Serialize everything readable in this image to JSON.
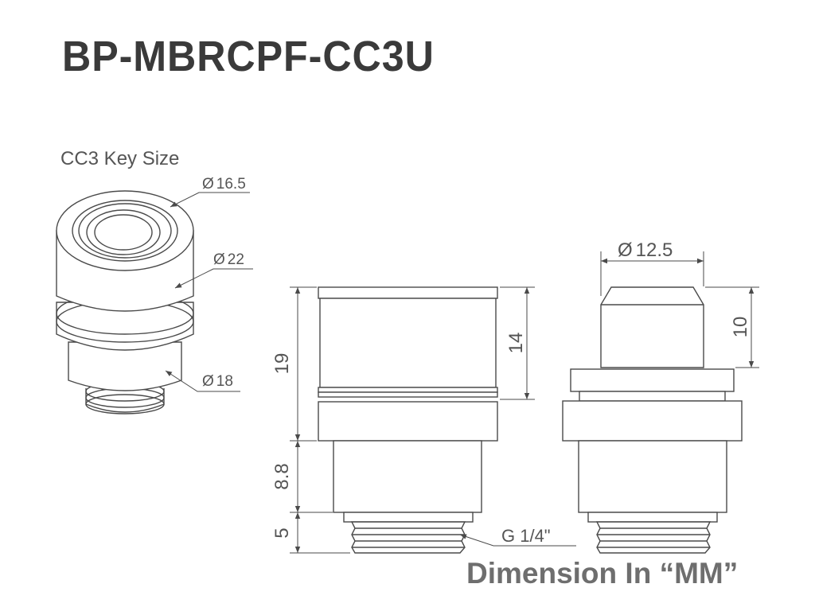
{
  "title": "BP-MBRCPF-CC3U",
  "key_size_label": "CC3 Key Size",
  "diameter_symbol": "Ø",
  "iso_view": {
    "dia_top": "16.5",
    "dia_body": "22",
    "dia_bottom": "18"
  },
  "front_view": {
    "overall_height": "19",
    "body_height": "14",
    "neck_height": "8.8",
    "thread_height": "5",
    "thread_spec": "G 1/4\""
  },
  "side_view": {
    "tip_diameter": "12.5",
    "tip_height": "10"
  },
  "units_note": "Dimension In “MM”",
  "colors": {
    "line": "#4a4a4a",
    "title": "#3a3a3a",
    "note": "#6e6e6e"
  }
}
